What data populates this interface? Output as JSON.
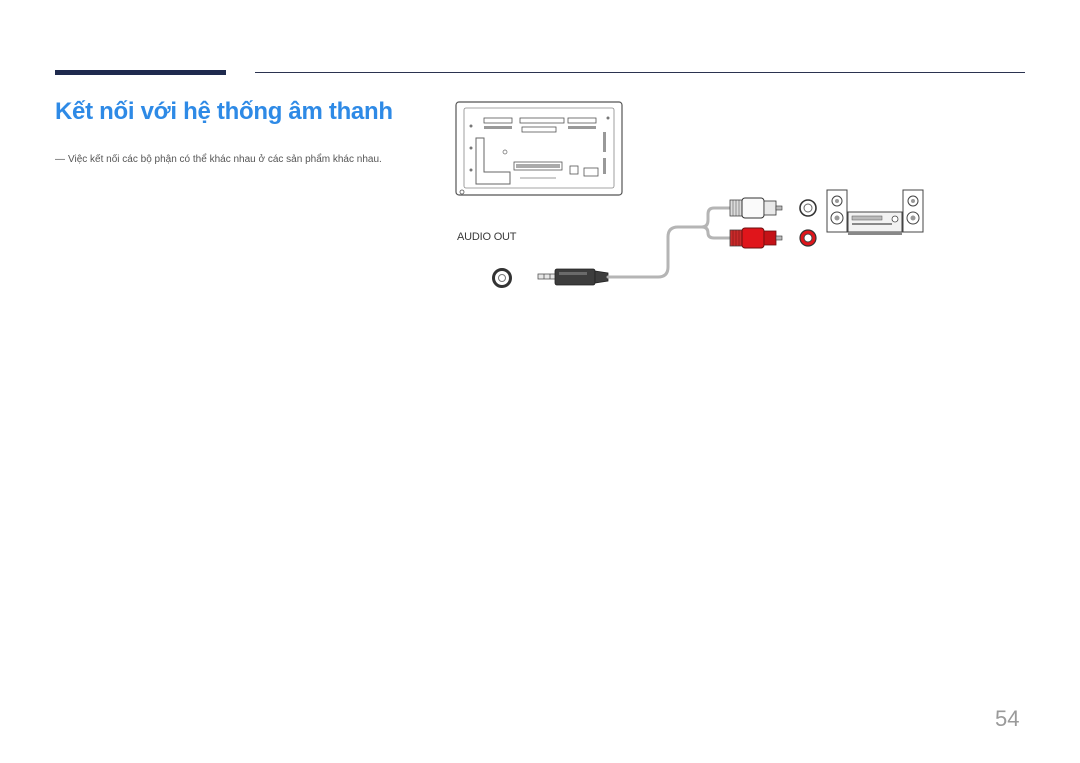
{
  "header": {
    "title": "Kết nối với hệ thống âm thanh"
  },
  "note": {
    "dash": "―",
    "text": "Việc kết nối các bộ phận có thể khác nhau ở các sản phẩm khác nhau."
  },
  "diagram": {
    "port_label": "AUDIO OUT",
    "colors": {
      "accent": "#2e8ae6",
      "rule": "#1f2a4e",
      "rca_red": "#e0151b",
      "rca_white": "#ffffff",
      "plug_body": "#3d3d3d",
      "cable": "#b5b5b5"
    }
  },
  "footer": {
    "page_number": "54"
  }
}
